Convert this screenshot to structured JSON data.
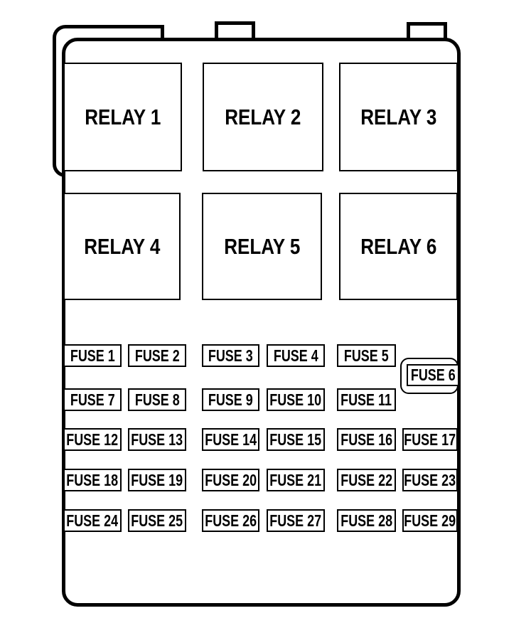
{
  "colors": {
    "line": "#000000",
    "background": "#ffffff"
  },
  "panel": {
    "relays": [
      "RELAY 1",
      "RELAY 2",
      "RELAY 3",
      "RELAY 4",
      "RELAY 5",
      "RELAY 6"
    ],
    "fuses": {
      "row1": [
        "FUSE 1",
        "FUSE 2",
        "FUSE 3",
        "FUSE 4",
        "FUSE 5"
      ],
      "offset": "FUSE 6",
      "row2": [
        "FUSE 7",
        "FUSE 8",
        "FUSE 9",
        "FUSE 10",
        "FUSE 11"
      ],
      "row3": [
        "FUSE 12",
        "FUSE 13",
        "FUSE 14",
        "FUSE 15",
        "FUSE 16",
        "FUSE 17"
      ],
      "row4": [
        "FUSE 18",
        "FUSE 19",
        "FUSE 20",
        "FUSE 21",
        "FUSE 22",
        "FUSE 23"
      ],
      "row5": [
        "FUSE 24",
        "FUSE 25",
        "FUSE 26",
        "FUSE 27",
        "FUSE 28",
        "FUSE 29"
      ]
    }
  }
}
